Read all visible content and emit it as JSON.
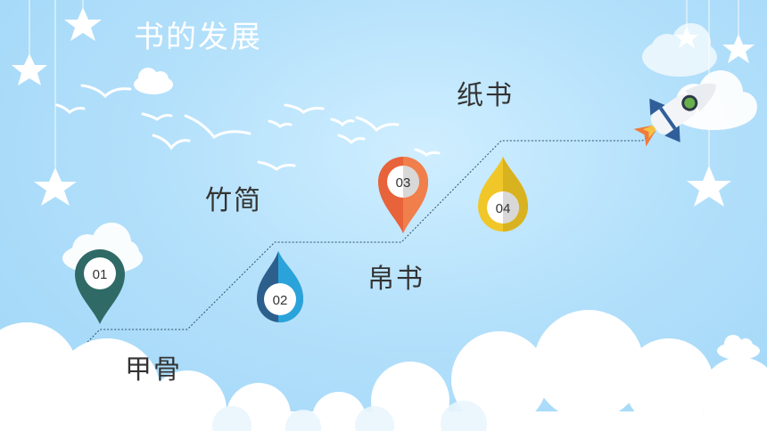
{
  "slide": {
    "title": "书的发展"
  },
  "stages": [
    {
      "number": "01",
      "label": "甲骨",
      "color": "#2f6a66"
    },
    {
      "number": "02",
      "label": "竹简",
      "color": "#2d5f8c"
    },
    {
      "number": "03",
      "label": "帛书",
      "color": "#e8623a"
    },
    {
      "number": "04",
      "label": "纸书",
      "color": "#d9b21f"
    }
  ],
  "decor": {
    "stars": "star-icon",
    "birds": "bird-icon",
    "rocket": "rocket-icon",
    "clouds": "cloud-icon"
  }
}
